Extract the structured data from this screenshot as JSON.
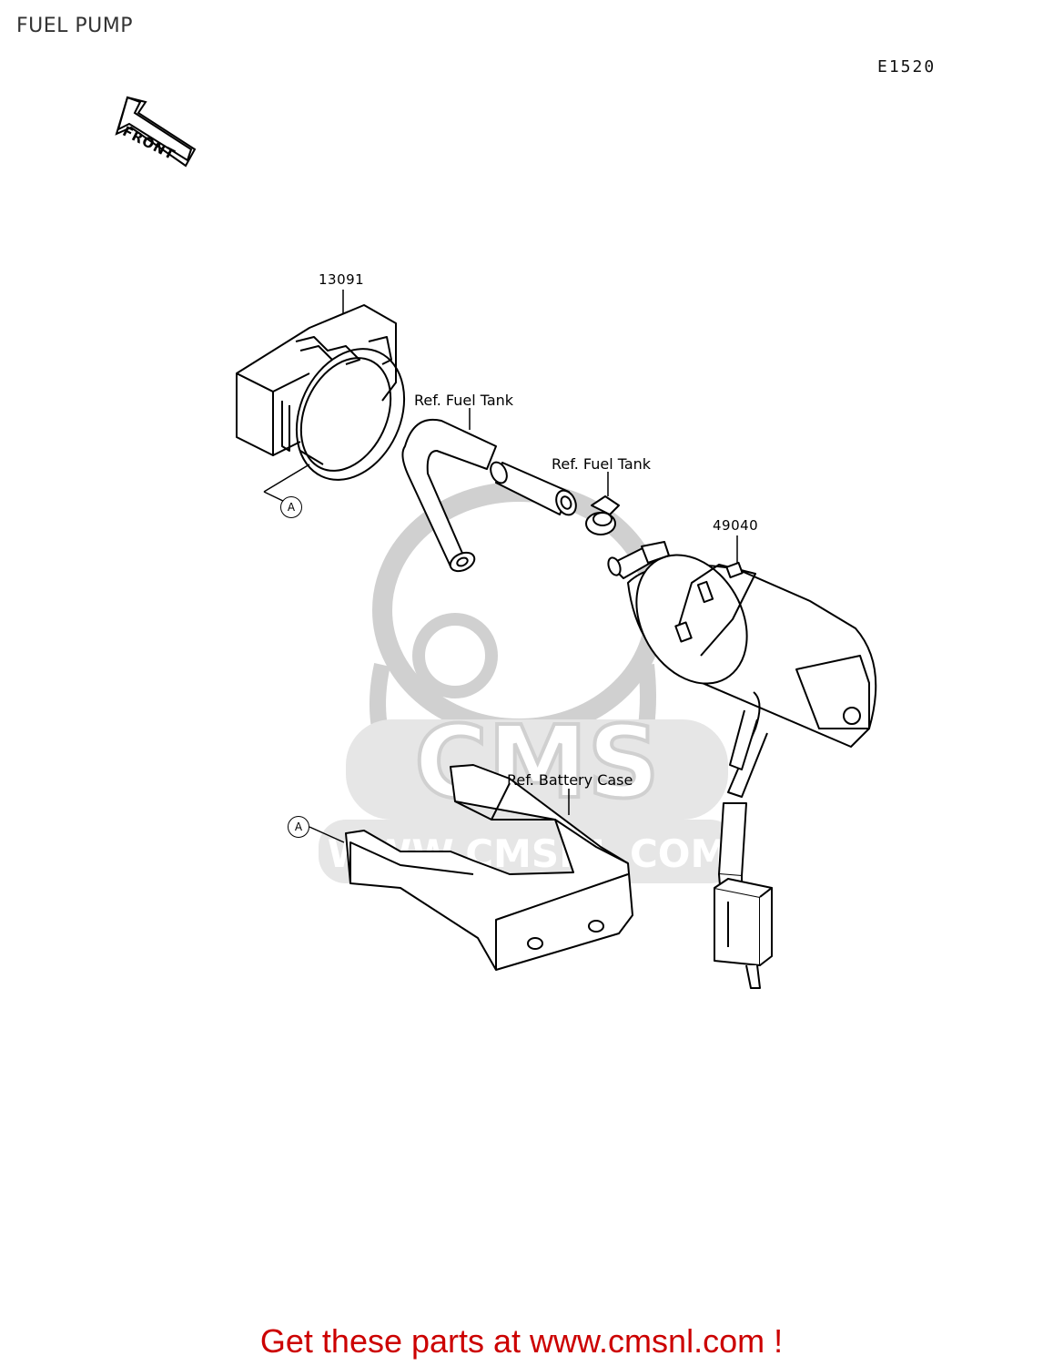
{
  "page": {
    "title": "FUEL PUMP",
    "diagram_code": "E1520",
    "footer": "Get these parts at www.cmsnl.com !"
  },
  "direction": {
    "label": "FRONT"
  },
  "callouts": {
    "bracket_part": "13091",
    "hose_ref": "Ref. Fuel Tank",
    "clamp_ref": "Ref. Fuel Tank",
    "pump_part": "49040",
    "battery_ref": "Ref. Battery Case",
    "marker_a_top": "A",
    "marker_a_bottom": "A"
  },
  "watermark": {
    "brand": "CMS",
    "url": "WWW.CMSNL.COM"
  },
  "colors": {
    "footer": "#cc0000",
    "line": "#000000",
    "watermark": "#d8d8d8"
  }
}
